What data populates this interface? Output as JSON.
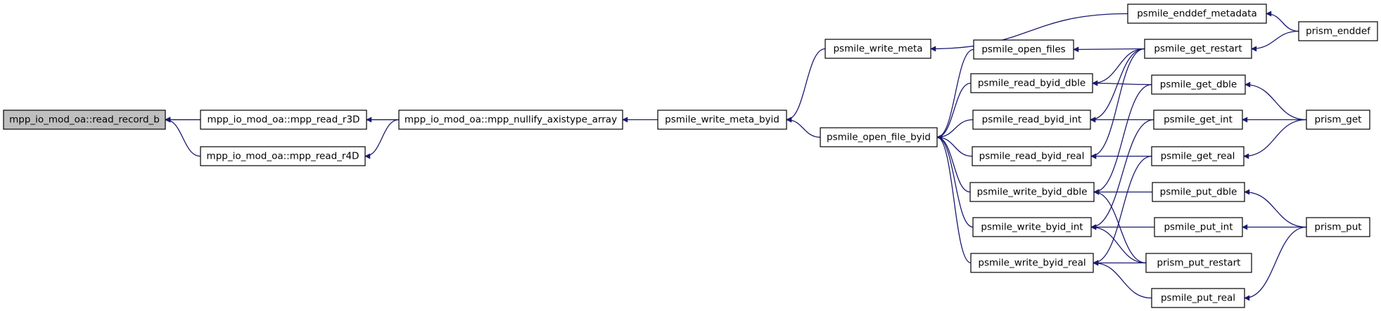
{
  "graph": {
    "root": "read_record_b",
    "nodes": [
      {
        "id": "read_record_b",
        "label": "mpp_io_mod_oa::read_record_b"
      },
      {
        "id": "read_r3D",
        "label": "mpp_io_mod_oa::mpp_read_r3D"
      },
      {
        "id": "read_r4D",
        "label": "mpp_io_mod_oa::mpp_read_r4D"
      },
      {
        "id": "nullify",
        "label": "mpp_io_mod_oa::mpp_nullify_axistype_array"
      },
      {
        "id": "write_meta_byid",
        "label": "psmile_write_meta_byid"
      },
      {
        "id": "write_meta",
        "label": "psmile_write_meta"
      },
      {
        "id": "open_file_byid",
        "label": "psmile_open_file_byid"
      },
      {
        "id": "open_files",
        "label": "psmile_open_files"
      },
      {
        "id": "read_dble",
        "label": "psmile_read_byid_dble"
      },
      {
        "id": "read_int",
        "label": "psmile_read_byid_int"
      },
      {
        "id": "read_real",
        "label": "psmile_read_byid_real"
      },
      {
        "id": "write_dble",
        "label": "psmile_write_byid_dble"
      },
      {
        "id": "write_int",
        "label": "psmile_write_byid_int"
      },
      {
        "id": "write_real",
        "label": "psmile_write_byid_real"
      },
      {
        "id": "enddef_meta",
        "label": "psmile_enddef_metadata"
      },
      {
        "id": "get_restart",
        "label": "psmile_get_restart"
      },
      {
        "id": "get_dble",
        "label": "psmile_get_dble"
      },
      {
        "id": "get_int",
        "label": "psmile_get_int"
      },
      {
        "id": "get_real",
        "label": "psmile_get_real"
      },
      {
        "id": "put_dble",
        "label": "psmile_put_dble"
      },
      {
        "id": "put_int",
        "label": "psmile_put_int"
      },
      {
        "id": "put_restart",
        "label": "prism_put_restart"
      },
      {
        "id": "put_real",
        "label": "psmile_put_real"
      },
      {
        "id": "enddef",
        "label": "prism_enddef"
      },
      {
        "id": "get",
        "label": "prism_get"
      },
      {
        "id": "put",
        "label": "prism_put"
      }
    ],
    "edges": [
      {
        "from": "read_r3D",
        "to": "read_record_b"
      },
      {
        "from": "read_r4D",
        "to": "read_record_b"
      },
      {
        "from": "nullify",
        "to": "read_record_b"
      },
      {
        "from": "nullify",
        "to": "read_r3D"
      },
      {
        "from": "nullify",
        "to": "read_r4D"
      },
      {
        "from": "write_meta_byid",
        "to": "nullify"
      },
      {
        "from": "write_meta",
        "to": "write_meta_byid"
      },
      {
        "from": "open_file_byid",
        "to": "write_meta_byid"
      },
      {
        "from": "enddef_meta",
        "to": "write_meta"
      },
      {
        "from": "open_files",
        "to": "open_file_byid"
      },
      {
        "from": "read_dble",
        "to": "open_file_byid"
      },
      {
        "from": "read_int",
        "to": "open_file_byid"
      },
      {
        "from": "read_real",
        "to": "open_file_byid"
      },
      {
        "from": "write_dble",
        "to": "open_file_byid"
      },
      {
        "from": "write_int",
        "to": "open_file_byid"
      },
      {
        "from": "write_real",
        "to": "open_file_byid"
      },
      {
        "from": "get_restart",
        "to": "open_files"
      },
      {
        "from": "enddef",
        "to": "enddef_meta"
      },
      {
        "from": "get_restart",
        "to": "read_dble"
      },
      {
        "from": "get_dble",
        "to": "read_dble"
      },
      {
        "from": "get_restart",
        "to": "read_int"
      },
      {
        "from": "get_int",
        "to": "read_int"
      },
      {
        "from": "get_restart",
        "to": "read_real"
      },
      {
        "from": "get_real",
        "to": "read_real"
      },
      {
        "from": "get_dble",
        "to": "write_dble"
      },
      {
        "from": "put_dble",
        "to": "write_dble"
      },
      {
        "from": "put_restart",
        "to": "write_dble"
      },
      {
        "from": "get_int",
        "to": "write_int"
      },
      {
        "from": "put_int",
        "to": "write_int"
      },
      {
        "from": "put_restart",
        "to": "write_int"
      },
      {
        "from": "get_real",
        "to": "write_real"
      },
      {
        "from": "put_restart",
        "to": "write_real"
      },
      {
        "from": "put_real",
        "to": "write_real"
      },
      {
        "from": "enddef",
        "to": "get_restart"
      },
      {
        "from": "get",
        "to": "get_dble"
      },
      {
        "from": "get",
        "to": "get_int"
      },
      {
        "from": "get",
        "to": "get_real"
      },
      {
        "from": "put",
        "to": "put_dble"
      },
      {
        "from": "put",
        "to": "put_int"
      },
      {
        "from": "put",
        "to": "put_real"
      }
    ]
  }
}
